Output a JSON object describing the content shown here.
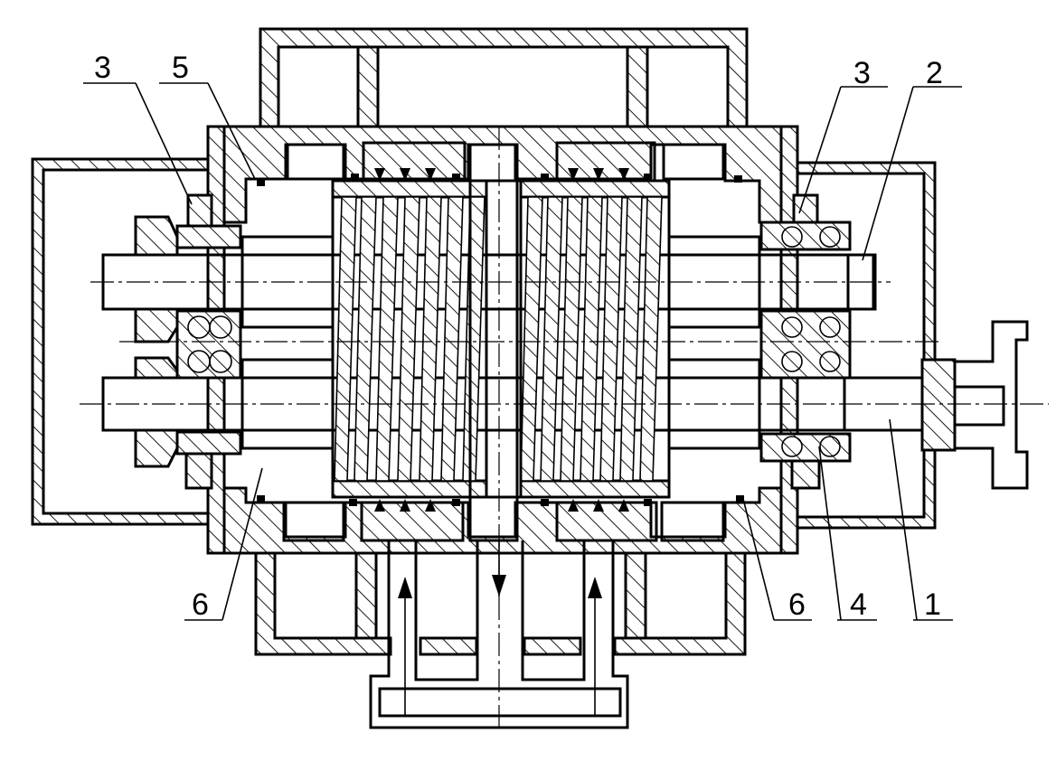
{
  "diagram": {
    "labels": {
      "l3_left": "3",
      "l5": "5",
      "l3_right": "3",
      "l2": "2",
      "l6_left": "6",
      "l6_right": "6",
      "l4": "4",
      "l1": "1"
    }
  }
}
